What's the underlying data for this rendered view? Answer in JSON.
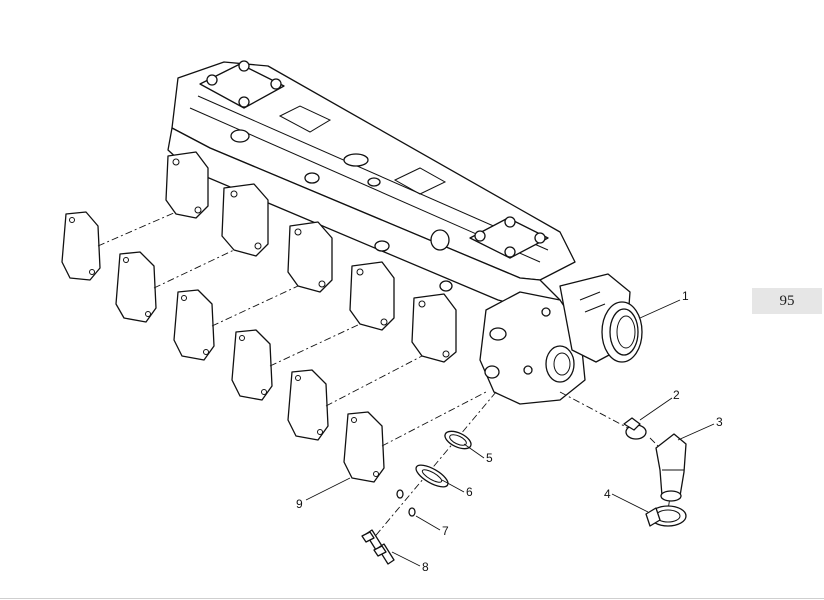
{
  "page": {
    "number": "95"
  },
  "callouts": [
    {
      "id": "c1",
      "label": "1"
    },
    {
      "id": "c2",
      "label": "2"
    },
    {
      "id": "c3",
      "label": "3"
    },
    {
      "id": "c4",
      "label": "4"
    },
    {
      "id": "c5",
      "label": "5"
    },
    {
      "id": "c6",
      "label": "6"
    },
    {
      "id": "c7",
      "label": "7"
    },
    {
      "id": "c8",
      "label": "8"
    },
    {
      "id": "c9",
      "label": "9"
    }
  ]
}
